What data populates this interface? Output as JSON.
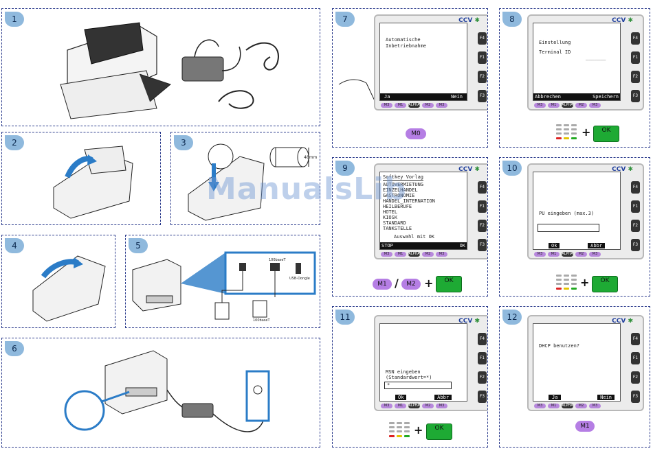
{
  "steps": [
    "1",
    "2",
    "3",
    "4",
    "5",
    "6",
    "7",
    "8",
    "9",
    "10",
    "11",
    "12"
  ],
  "step3": {
    "roll_size": "48mm"
  },
  "step5": {
    "lan_label": "100baseT",
    "usb_label": "USB-Dongle",
    "lan_label_bottom": "100baseT"
  },
  "step7": {
    "screen_lines": [
      "Automatische",
      "Inbetriebnahme"
    ],
    "left_softkey": "Ja",
    "right_softkey": "Nein",
    "key_hint": "M0"
  },
  "step8": {
    "screen_lines": [
      "Einstellung",
      "Terminal ID"
    ],
    "dashes": "_______",
    "left_softkey": "Abbrechen",
    "right_softkey": "Speichern",
    "ok_label": "OK"
  },
  "step9": {
    "menu_title": "Softkey Vorlag",
    "menu_items": [
      "AUTOVERMIETUNG",
      "EINZELHANDEL",
      "GASTRONOMIE",
      "HANDEL_INTERNATION",
      "HEILBERUFE",
      "HOTEL",
      "KIOSK",
      "STANDARD",
      "TANKSTELLE"
    ],
    "footer": "Auswahl mit OK",
    "left_softkey": "STOP",
    "right_softkey": "OK",
    "key_hint_1": "M1",
    "separator": "/",
    "key_hint_2": "M2",
    "ok_label": "OK"
  },
  "step10": {
    "prompt": "PU eingeben (max.3)",
    "left_softkey": "Ok",
    "right_softkey": "Abbr",
    "ok_label": "OK"
  },
  "step11": {
    "prompt_line1": "MSN eingeben",
    "prompt_line2": "(Standardwert=*)",
    "input_value": "*",
    "left_softkey": "Ok",
    "right_softkey": "Abbr",
    "ok_label": "OK"
  },
  "step12": {
    "prompt": "DHCP benutzen?",
    "left_softkey": "Ja",
    "right_softkey": "Nein",
    "key_hint": "M1"
  },
  "terminal": {
    "brand": "CCV",
    "f_keys": [
      "F4",
      "F1",
      "F2",
      "F3"
    ],
    "keys": [
      "M3",
      "M1",
      "ALPHA",
      "M2",
      "M3"
    ]
  },
  "watermark": "ManualsLib"
}
